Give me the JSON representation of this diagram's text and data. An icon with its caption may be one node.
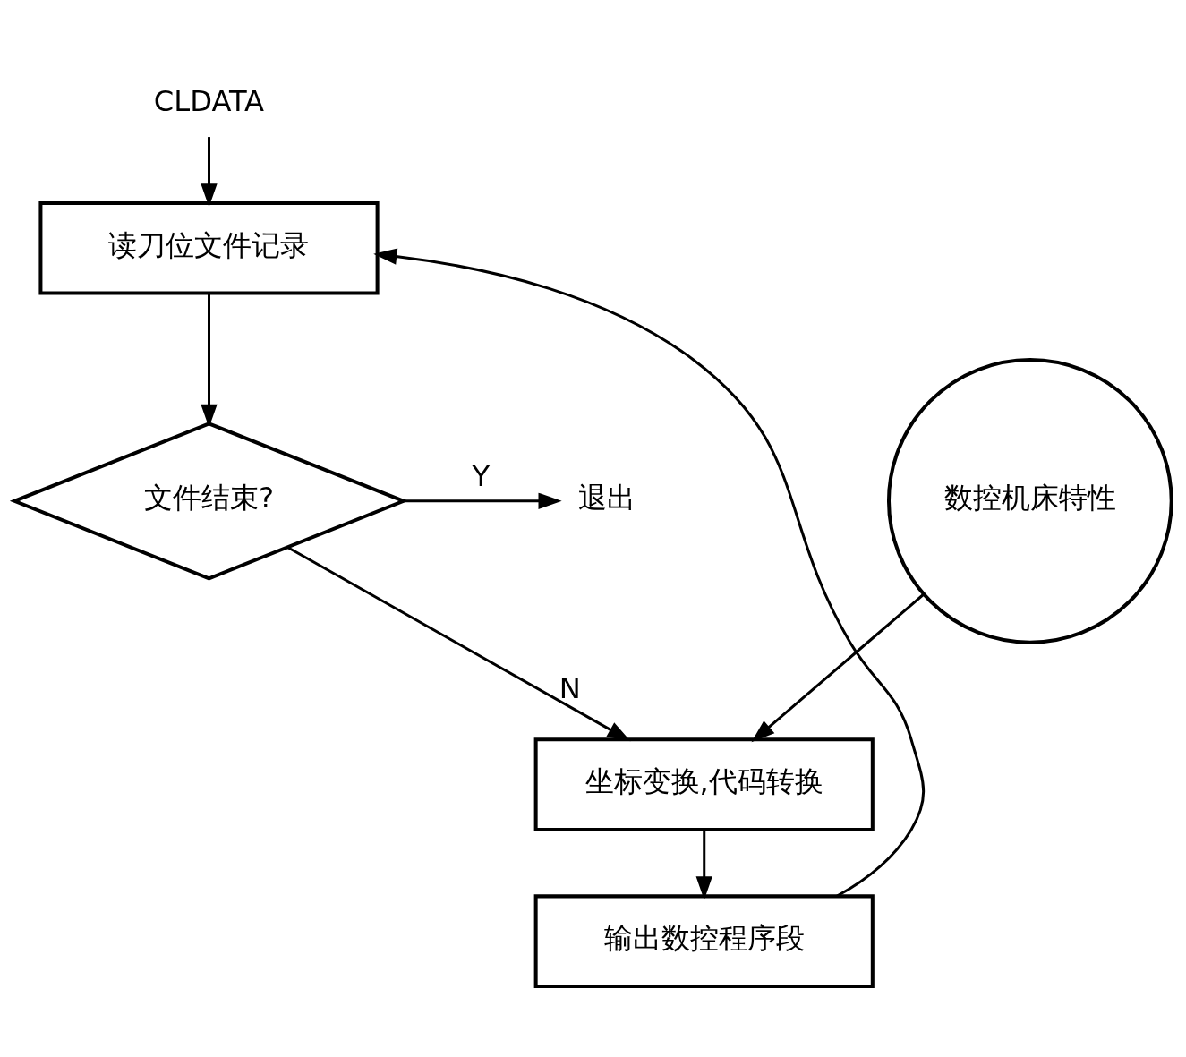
{
  "diagram": {
    "nodes": [
      {
        "text": [
          "CLDATA"
        ]
      },
      {
        "text": [
          "读刀位文件记录"
        ]
      },
      {
        "text": [
          "文件结束?"
        ]
      },
      {
        "text": [
          "退出"
        ]
      },
      {
        "text": [
          "数控机床特性"
        ]
      },
      {
        "text": [
          "坐标变换,代码转换"
        ]
      },
      {
        "text": [
          "输出数控程序段"
        ]
      }
    ],
    "edges": [
      {
        "from": 0,
        "to": 1,
        "arrow": "to"
      },
      {
        "from": 1,
        "to": 2,
        "arrow": "to"
      },
      {
        "from": 2,
        "to": 3,
        "arrow": "to",
        "label": "Y"
      },
      {
        "from": 2,
        "to": 5,
        "arrow": "to",
        "label": "N"
      },
      {
        "from": 4,
        "to": 5,
        "arrow": "to"
      },
      {
        "from": 5,
        "to": 6,
        "arrow": "to"
      },
      {
        "from": 6,
        "to": 1,
        "arrow": "to"
      }
    ]
  }
}
